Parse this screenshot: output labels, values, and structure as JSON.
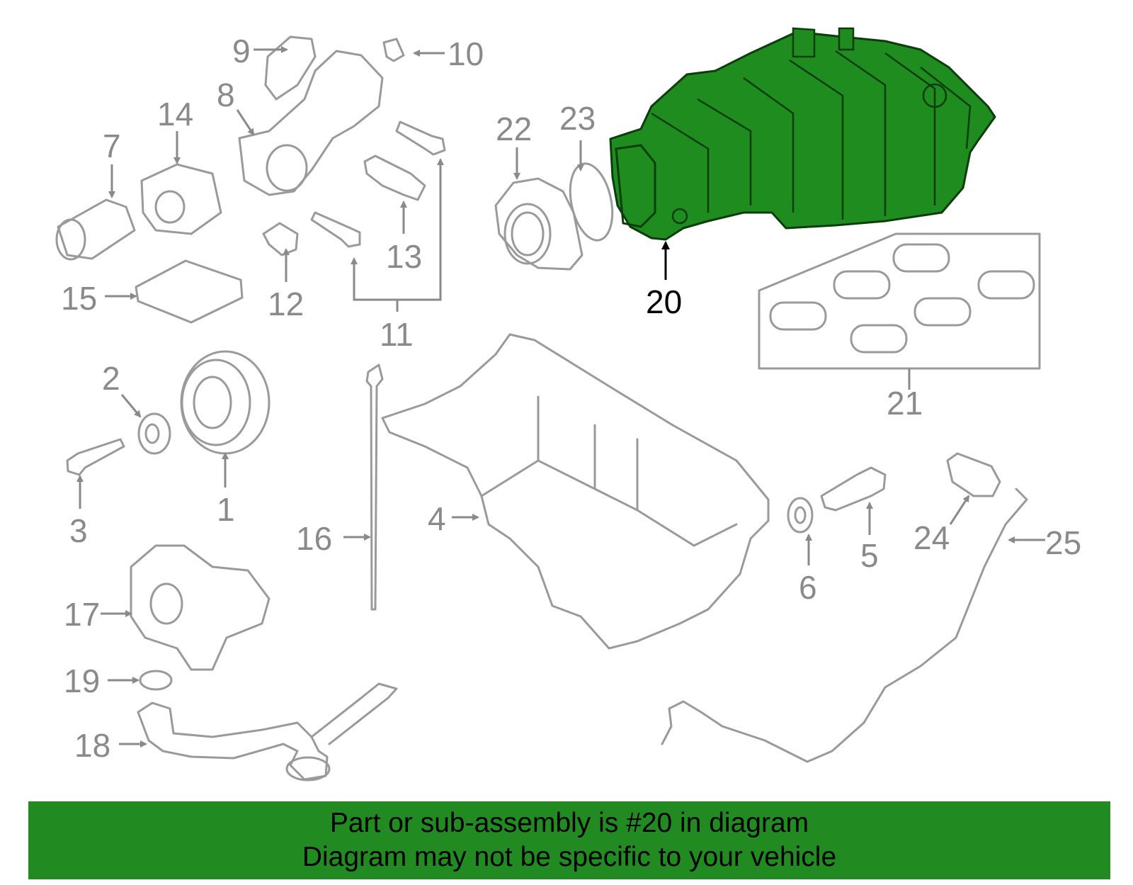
{
  "highlight_part": "20",
  "colors": {
    "highlight": "#1f8c1f",
    "banner": "#218a21",
    "parts": "#9a9a9a",
    "label_text": "#8a8a8a"
  },
  "labels": {
    "p1": "1",
    "p2": "2",
    "p3": "3",
    "p4": "4",
    "p5": "5",
    "p6": "6",
    "p7": "7",
    "p8": "8",
    "p9": "9",
    "p10": "10",
    "p11": "11",
    "p12": "12",
    "p13": "13",
    "p14": "14",
    "p15": "15",
    "p16": "16",
    "p17": "17",
    "p18": "18",
    "p19": "19",
    "p20": "20",
    "p21": "21",
    "p22": "22",
    "p23": "23",
    "p24": "24",
    "p25": "25"
  },
  "banner": {
    "line1": "Part or sub-assembly is #20 in diagram",
    "line2": "Diagram may not be specific to your vehicle"
  }
}
